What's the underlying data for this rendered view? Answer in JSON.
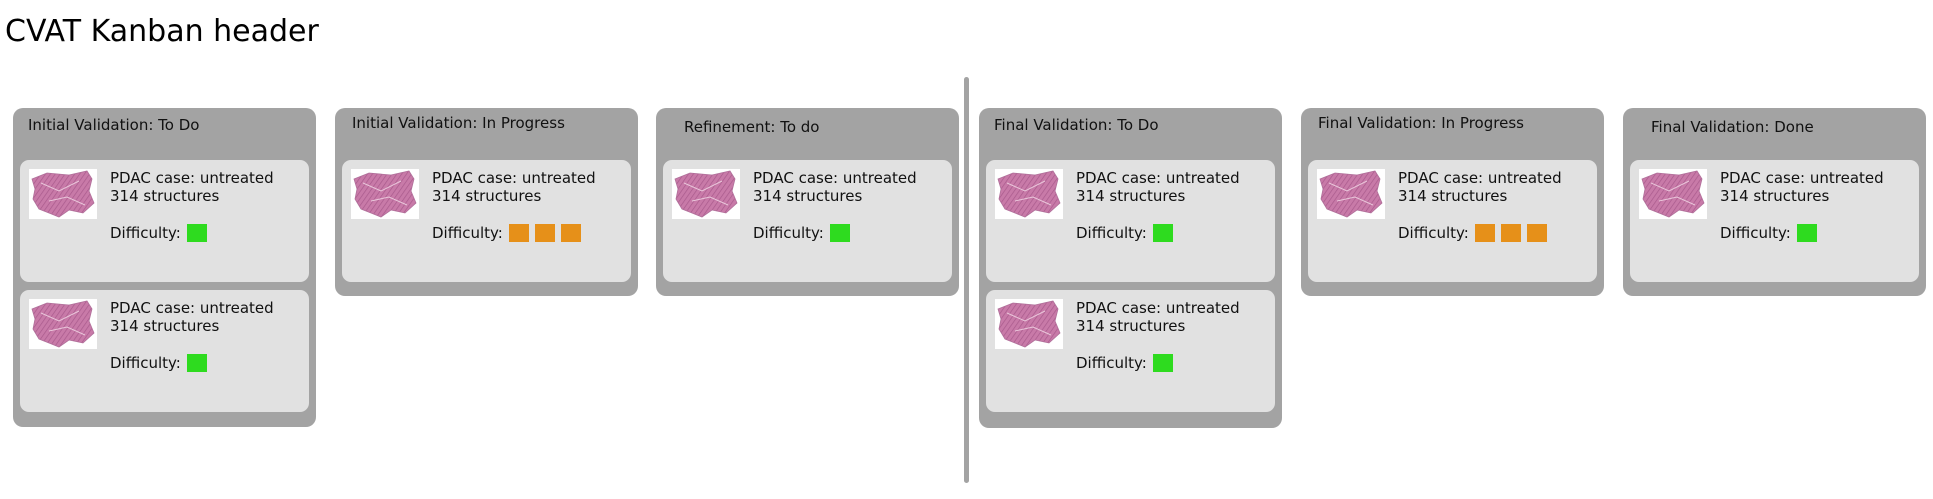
{
  "page": {
    "title": "CVAT Kanban header"
  },
  "colors": {
    "column_bg": "#a3a3a3",
    "card_bg": "#e1e1e1",
    "difficulty_easy": "#2edb1f",
    "difficulty_hard": "#e69019"
  },
  "columns": [
    {
      "title": "Initial Validation: To Do",
      "cards": [
        {
          "thumbnail": "tissue-slide-thumbnail",
          "title": "PDAC case: untreated",
          "subtitle": "314 structures",
          "difficulty_label": "Difficulty:",
          "difficulty_level": 1,
          "difficulty_color": "#2edb1f"
        },
        {
          "thumbnail": "tissue-slide-thumbnail",
          "title": "PDAC case: untreated",
          "subtitle": "314 structures",
          "difficulty_label": "Difficulty:",
          "difficulty_level": 1,
          "difficulty_color": "#2edb1f"
        }
      ]
    },
    {
      "title": "Initial Validation: In Progress",
      "cards": [
        {
          "thumbnail": "tissue-slide-thumbnail",
          "title": "PDAC case: untreated",
          "subtitle": "314 structures",
          "difficulty_label": "Difficulty:",
          "difficulty_level": 3,
          "difficulty_color": "#e69019"
        }
      ]
    },
    {
      "title": "Refinement: To do",
      "cards": [
        {
          "thumbnail": "tissue-slide-thumbnail",
          "title": "PDAC case: untreated",
          "subtitle": "314 structures",
          "difficulty_label": "Difficulty:",
          "difficulty_level": 1,
          "difficulty_color": "#2edb1f"
        }
      ]
    },
    {
      "title": "Final Validation: To Do",
      "cards": [
        {
          "thumbnail": "tissue-slide-thumbnail",
          "title": "PDAC case: untreated",
          "subtitle": "314 structures",
          "difficulty_label": "Difficulty:",
          "difficulty_level": 1,
          "difficulty_color": "#2edb1f"
        },
        {
          "thumbnail": "tissue-slide-thumbnail",
          "title": "PDAC case: untreated",
          "subtitle": "314 structures",
          "difficulty_label": "Difficulty:",
          "difficulty_level": 1,
          "difficulty_color": "#2edb1f"
        }
      ]
    },
    {
      "title": "Final Validation: In Progress",
      "cards": [
        {
          "thumbnail": "tissue-slide-thumbnail",
          "title": "PDAC case: untreated",
          "subtitle": "314 structures",
          "difficulty_label": "Difficulty:",
          "difficulty_level": 3,
          "difficulty_color": "#e69019"
        }
      ]
    },
    {
      "title": "Final Validation: Done",
      "cards": [
        {
          "thumbnail": "tissue-slide-thumbnail",
          "title": "PDAC case: untreated",
          "subtitle": "314 structures",
          "difficulty_label": "Difficulty:",
          "difficulty_level": 1,
          "difficulty_color": "#2edb1f"
        }
      ]
    }
  ]
}
